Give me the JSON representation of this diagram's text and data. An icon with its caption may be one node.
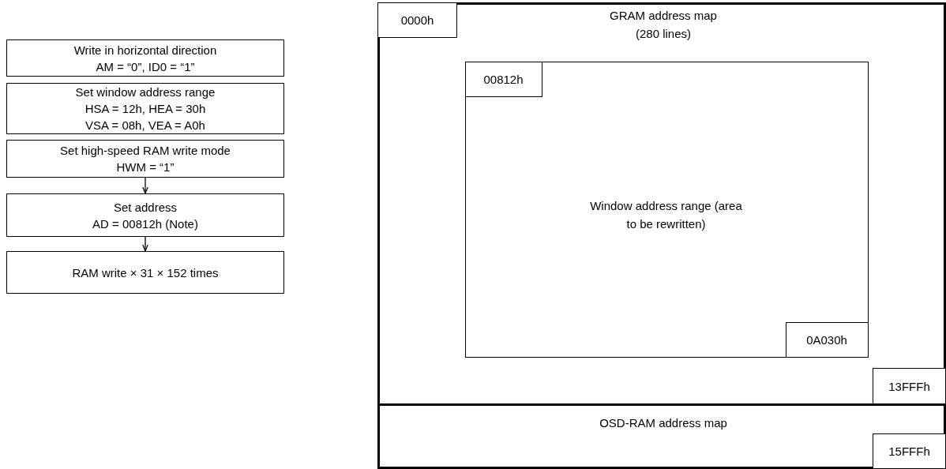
{
  "diagram": {
    "nodes": [
      {
        "text": [
          "Write in horizontal direction",
          "AM = “0”, ID0 = “1”"
        ]
      },
      {
        "text": [
          "Set window address range",
          "HSA = 12h, HEA = 30h",
          "VSA = 08h, VEA = A0h"
        ]
      },
      {
        "text": [
          "Set high-speed RAM write mode",
          "HWM = “1”"
        ]
      },
      {
        "text": [
          "Set address",
          "AD = 00812h (Note)"
        ]
      },
      {
        "text": [
          "RAM write × 31 × 152 times"
        ]
      },
      {
        "text": [
          "GRAM address map (280 lines)"
        ]
      },
      {
        "text": [
          "0000h"
        ],
        "in": 5
      },
      {
        "text": [
          "Window address range (area to be rewritten)"
        ],
        "in": 5
      },
      {
        "text": [
          "00812h"
        ],
        "in": 7
      },
      {
        "text": [
          "0A030h"
        ],
        "in": 7
      },
      {
        "text": [
          "13FFFh"
        ],
        "in": 5
      },
      {
        "text": [
          "OSD-RAM address map"
        ]
      },
      {
        "text": [
          "15FFFh"
        ],
        "in": 11
      }
    ],
    "edges": [
      {
        "from": 2,
        "to": 3,
        "arrow": "to"
      },
      {
        "from": 3,
        "to": 4,
        "arrow": "to"
      }
    ]
  }
}
